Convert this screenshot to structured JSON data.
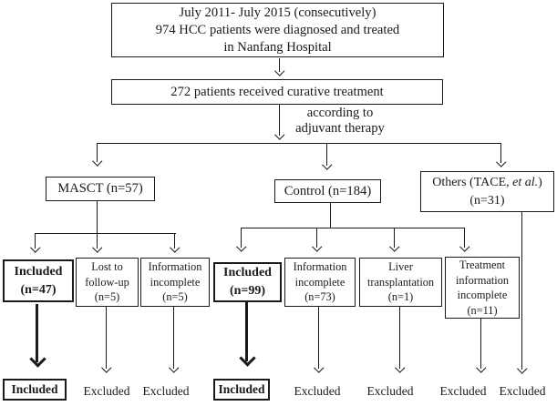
{
  "palette": {
    "ink": "#1a1a1a",
    "paper": "#ffffff"
  },
  "flowchart": {
    "top_box": {
      "line1": "July 2011- July 2015 (consecutively)",
      "line2": "974 HCC patients were diagnosed and treated",
      "line3": "in Nanfang Hospital"
    },
    "curative_box": {
      "text": "272 patients received curative treatment"
    },
    "annotation": {
      "line1": "according to",
      "line2": "adjuvant therapy"
    },
    "masct_box": {
      "text": "MASCT (n=57)"
    },
    "control_box": {
      "text": "Control (n=184)"
    },
    "others_box": {
      "line1_pre": "Others (TACE, ",
      "line1_em": "et al.",
      "line1_post": ")",
      "line2": "(n=31)"
    },
    "included47": {
      "line1": "Included",
      "line2": "(n=47)"
    },
    "lost_followup": {
      "line1": "Lost to",
      "line2": "follow-up",
      "line3": "(n=5)"
    },
    "info_incomplete5": {
      "line1": "Information",
      "line2": "incomplete",
      "line3": "(n=5)"
    },
    "included99": {
      "line1": "Included",
      "line2": "(n=99)"
    },
    "info_incomplete73": {
      "line1": "Information",
      "line2": "incomplete",
      "line3": "(n=73)"
    },
    "liver_transplantation": {
      "line1": "Liver",
      "line2": "transplantation",
      "line3": "(n=1)"
    },
    "treatment_incomplete": {
      "line1": "Treatment",
      "line2": "information",
      "line3": "incomplete",
      "line4": "(n=11)"
    },
    "outcomes": {
      "included_masct": "Included",
      "excluded_lost": "Excluded",
      "excluded_info5": "Excluded",
      "included_control": "Included",
      "excluded_info73": "Excluded",
      "excluded_liver": "Excluded",
      "excluded_treatment": "Excluded",
      "excluded_others": "Excluded"
    }
  }
}
